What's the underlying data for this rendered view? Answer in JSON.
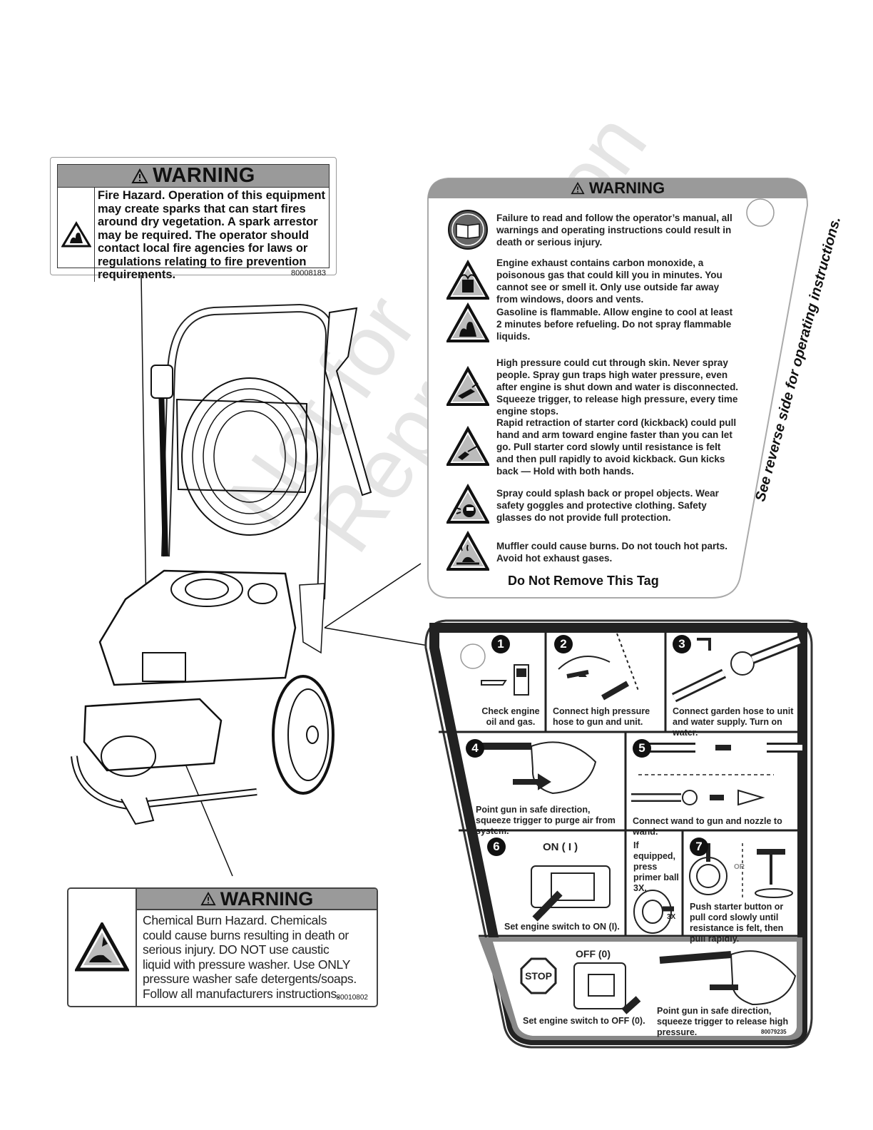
{
  "fire_label": {
    "title": "WARNING",
    "text_bold": "Fire Hazard.",
    "text": " Operation of this equipment may create sparks that can start fires around dry vegetation. A spark arrestor may be required. The operator should contact local fire agencies for laws or regulations relating to fire prevention requirements.",
    "code": "80008183"
  },
  "tag": {
    "title": "WARNING",
    "items": [
      {
        "text": "Failure to read and follow the operator’s manual, all warnings and operating instructions could result in death or serious injury.",
        "icon": "manual-icon"
      },
      {
        "text": "Engine exhaust contains carbon monoxide, a poisonous gas that could kill you in minutes. You cannot see or smell it. Only use outside far away from windows, doors and vents.",
        "icon": "toxic-fumes-icon"
      },
      {
        "text": "Gasoline is flammable. Allow engine to cool at least 2 minutes before refueling. Do not spray flammable liquids.",
        "icon": "fire-icon"
      },
      {
        "text": "High pressure could cut through skin. Never spray people. Spray gun traps high water pressure, even after engine is shut down and water is disconnected. Squeeze trigger, to release high pressure, every time engine stops.",
        "icon": "high-pressure-icon"
      },
      {
        "text": "Rapid retraction of starter cord (kickback) could pull hand and arm toward engine faster than you can let go. Pull starter cord slowly until resistance is felt and then pull rapidly to avoid kickback. Gun kicks back — Hold with both hands.",
        "icon": "kickback-icon"
      },
      {
        "text": "Spray could splash back or propel objects. Wear safety goggles and protective clothing. Safety glasses do not provide full protection.",
        "icon": "goggles-icon"
      },
      {
        "text": "Muffler could cause burns. Do not touch hot parts. Avoid hot exhaust gases.",
        "icon": "hot-surface-icon"
      }
    ],
    "footer": "Do Not Remove This Tag",
    "side_text": "See reverse side for operating instructions."
  },
  "ops": {
    "steps": [
      {
        "num": "1",
        "text": "Check engine oil and gas."
      },
      {
        "num": "2",
        "text": "Connect high pressure hose to gun and unit."
      },
      {
        "num": "3",
        "text": "Connect garden hose to unit and water supply. Turn on water."
      },
      {
        "num": "4",
        "text": "Point gun in safe direction, squeeze trigger to purge air from system."
      },
      {
        "num": "5",
        "text": "Connect wand to gun and nozzle to wand."
      },
      {
        "num": "6",
        "text": "Set engine switch to ON (I).",
        "label": "ON ( I )"
      },
      {
        "num": "",
        "text": "If equipped, press primer ball 3X.",
        "label": "3X"
      },
      {
        "num": "7",
        "text": "Push starter button or pull cord slowly until resistance is felt, then pull rapidly.",
        "label": "OR"
      }
    ],
    "stop": {
      "sign": "STOP",
      "label": "OFF (0)",
      "text_left": "Set engine switch to OFF (0).",
      "text_right": "Point gun in safe direction, squeeze trigger to release high pressure.",
      "code": "80079235"
    }
  },
  "chem_label": {
    "title": "WARNING",
    "text": "Chemical Burn Hazard. Chemicals could cause burns resulting in death or serious injury. DO NOT use caustic liquid with pressure washer. Use ONLY pressure washer safe detergents/soaps. Follow all manufacturers instructions.",
    "code": "80010802"
  },
  "watermark": {
    "line1": "Not for",
    "line2": "Reproduction"
  }
}
